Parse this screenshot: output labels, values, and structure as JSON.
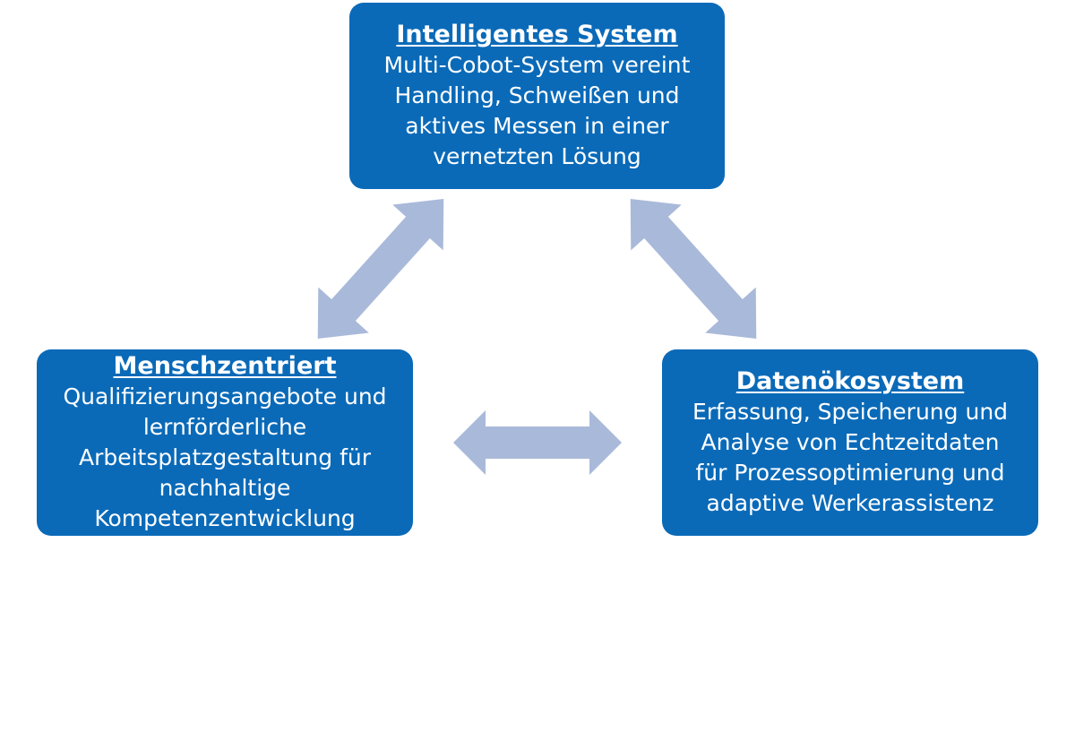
{
  "colors": {
    "box_fill": "#0a6ab8",
    "box_text": "#ffffff",
    "arrow_fill": "#a9b9d9",
    "background": "#ffffff"
  },
  "boxes": {
    "top": {
      "title": "Intelligentes System",
      "lines": [
        "Multi-Cobot-System vereint",
        "Handling, Schweißen und",
        "aktives Messen in einer",
        "vernetzten Lösung"
      ]
    },
    "left": {
      "title": "Menschzentriert",
      "lines": [
        "Qualifizierungsangebote und",
        "lernförderliche",
        "Arbeitsplatzgestaltung für",
        "nachhaltige",
        "Kompetenzentwicklung"
      ]
    },
    "right": {
      "title": "Datenökosystem",
      "lines": [
        "Erfassung, Speicherung und",
        "Analyse von Echtzeitdaten",
        "für Prozessoptimierung und",
        "adaptive Werkerassistenz"
      ]
    }
  },
  "connections": [
    {
      "name": "arrow-top-left",
      "from": "top",
      "to": "left",
      "type": "bidirectional"
    },
    {
      "name": "arrow-top-right",
      "from": "top",
      "to": "right",
      "type": "bidirectional"
    },
    {
      "name": "arrow-left-right",
      "from": "left",
      "to": "right",
      "type": "bidirectional"
    }
  ]
}
